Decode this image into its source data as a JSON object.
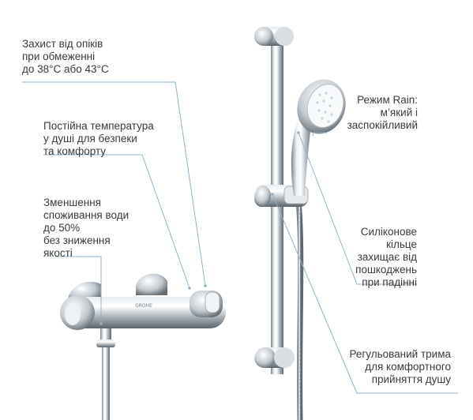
{
  "callouts": {
    "burn_protection": [
      "Захист від опіків",
      "при обмеженні",
      "до 38°C або 43°C"
    ],
    "constant_temperature": [
      "Постійна температура",
      "у душі для безпеки",
      "та комфорту"
    ],
    "water_saving": [
      "Зменшення",
      "споживання води",
      "до 50%",
      "без зниження",
      "якості"
    ],
    "rain_mode": [
      "Режим Rain:",
      "м’який і",
      "заспокійливий"
    ],
    "silicone_ring": [
      "Силіконове",
      "кільце",
      "захищає від",
      "пошкоджень",
      "при падінні"
    ],
    "adjustable_holder": [
      "Регульований трима",
      "для комфортного",
      "прийняття душу"
    ]
  },
  "brand_mark": "GROHE",
  "colors": {
    "leader_line": "#8fb3c9",
    "chrome_light": "#f4f6f8",
    "chrome_mid": "#c7cdd2",
    "chrome_dark": "#6e777f"
  }
}
